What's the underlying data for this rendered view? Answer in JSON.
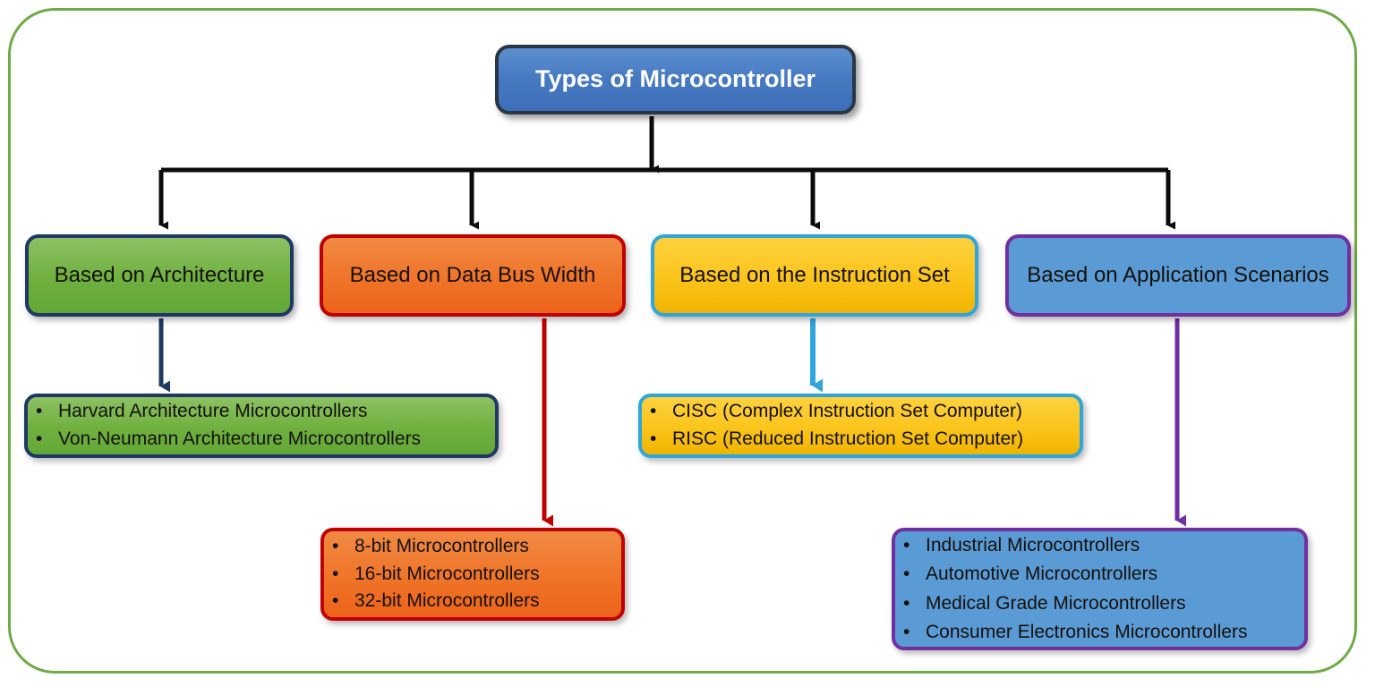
{
  "diagram": {
    "frame_color": "#6FAA46",
    "root": {
      "label": "Types of Microcontroller",
      "fill": "#4579C0",
      "border": "#2B3645",
      "text_color": "#FFFFFF"
    },
    "branches": [
      {
        "id": "architecture",
        "label": "Based on Architecture",
        "fill": "#6FB03F",
        "border": "#1F3864",
        "connector_color": "#1F3864",
        "items": [
          "Harvard Architecture Microcontrollers",
          "Von-Neumann Architecture Microcontrollers"
        ]
      },
      {
        "id": "data-bus-width",
        "label": "Based on Data Bus Width",
        "fill": "#EF7428",
        "border": "#C00000",
        "connector_color": "#C00000",
        "items": [
          "8-bit Microcontrollers",
          "16-bit Microcontrollers",
          "32-bit Microcontrollers"
        ]
      },
      {
        "id": "instruction-set",
        "label": "Based on the Instruction Set",
        "fill": "#FBC41B",
        "border": "#2EA6DC",
        "connector_color": "#2EA6DC",
        "items": [
          "CISC (Complex Instruction Set Computer)",
          "RISC (Reduced Instruction Set Computer)"
        ]
      },
      {
        "id": "application-scenarios",
        "label": "Based on Application Scenarios",
        "fill": "#5B9BD5",
        "border": "#7030A0",
        "connector_color": "#7030A0",
        "items": [
          "Industrial Microcontrollers",
          "Automotive Microcontrollers",
          "Medical Grade Microcontrollers",
          "Consumer Electronics Microcontrollers"
        ]
      }
    ],
    "bullet_glyph": "•"
  }
}
